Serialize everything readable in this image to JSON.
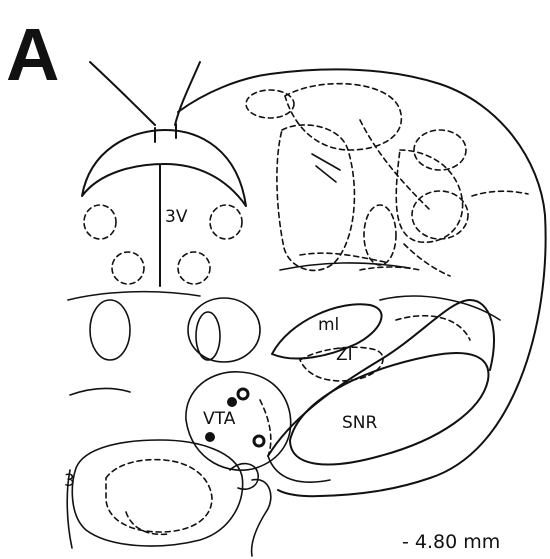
{
  "panel_label": "A",
  "regions": {
    "third_ventricle": "3V",
    "medial_lemniscus": "ml",
    "zona_incerta": "ZI",
    "ventral_tegmental_area": "VTA",
    "substantia_nigra": "SNR"
  },
  "partial_label": "3",
  "section_level": "- 4.80 mm",
  "colors": {
    "ink": "#111111",
    "background": "#ffffff"
  }
}
